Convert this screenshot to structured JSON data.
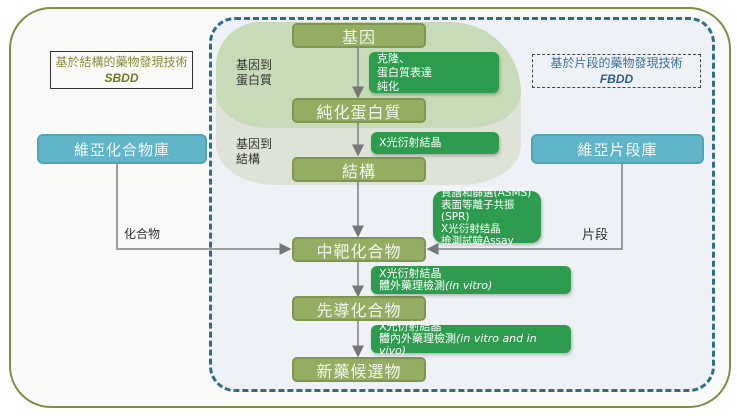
{
  "sbdd": {
    "title": "基於結構的藥物發現技術",
    "abbr": "SBDD"
  },
  "fbdd": {
    "title": "基於片段的藥物發現技術",
    "abbr": "FBDD"
  },
  "libraries": {
    "compound_library": "維亞化合物庫",
    "fragment_library": "維亞片段庫"
  },
  "edge_labels": {
    "compounds": "化合物",
    "fragments": "片段"
  },
  "phase_labels": {
    "gene_to_protein": [
      "基因到",
      "蛋白質"
    ],
    "gene_to_structure": [
      "基因到",
      "結構"
    ]
  },
  "stages": [
    "基因",
    "純化蛋白質",
    "結構",
    "中靶化合物",
    "先導化合物",
    "新藥候選物"
  ],
  "methods": {
    "cloning": [
      "克隆、",
      "蛋白質表達",
      "純化"
    ],
    "xray1": [
      "X光衍射結晶"
    ],
    "screening": [
      "質譜和篩選(ASMS)",
      "表面等離子共振(SPR)",
      "X光衍射结晶",
      "檢測試驗Assay"
    ],
    "hit_to_lead": {
      "line1": "X光衍射結晶",
      "line2": "體外藥理檢測",
      "line2_italic": "(in vitro)"
    },
    "lead_to_candidate": {
      "line1": "X光衍射結晶",
      "line2": "體內外藥理檢測",
      "line2_italic": "(in vitro and in vivo)"
    }
  },
  "colors": {
    "stage_fill": "#95ac63",
    "method_fill": "#2e9c4e",
    "library_fill": "#60b6c8",
    "outer_border": "#7d8f46",
    "dashed_border": "#2e6f87"
  }
}
